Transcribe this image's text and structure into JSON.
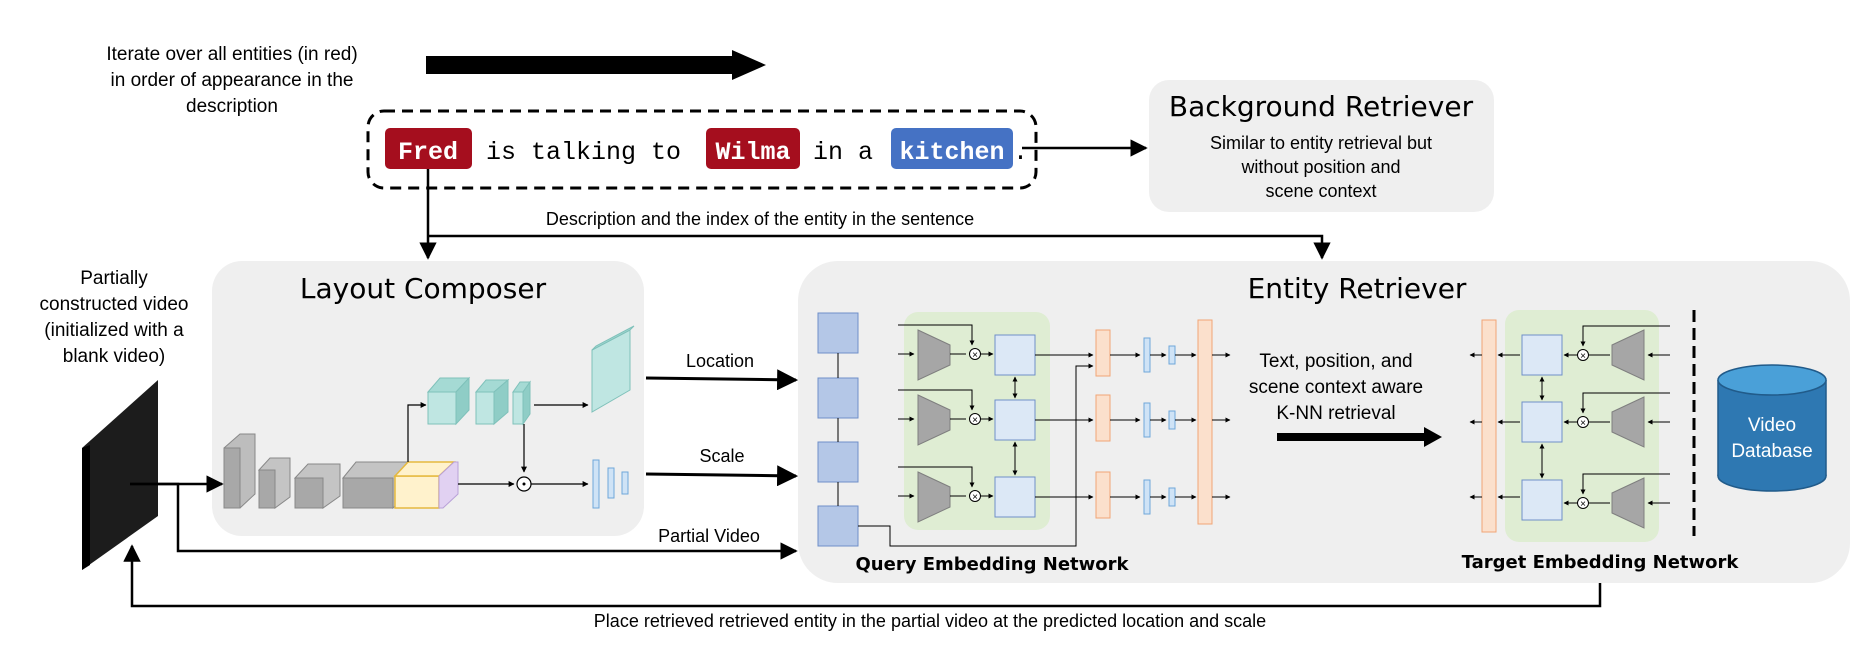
{
  "iterate_note": [
    "Iterate over all entities (in red)",
    "in order of appearance in the",
    "description"
  ],
  "sentence": {
    "entity1": "Fred",
    "text1": "is talking to",
    "entity2": "Wilma",
    "text2": "in a",
    "entity3": "kitchen",
    "end": "."
  },
  "background_retriever": {
    "title": "Background Retriever",
    "desc": [
      "Similar to entity retrieval but",
      "without position and",
      "scene context"
    ]
  },
  "description_label": "Description and the index of the entity in the sentence",
  "partial_video_note": [
    "Partially",
    "constructed video",
    "(initialized with a",
    "blank video)"
  ],
  "layout_composer": {
    "title": "Layout Composer"
  },
  "entity_retriever": {
    "title": "Entity Retriever",
    "query_label": "Query Embedding Network",
    "target_label": "Target Embedding Network",
    "knn_text": [
      "Text, position, and",
      "scene context aware",
      "K-NN retrieval"
    ],
    "database": [
      "Video",
      "Database"
    ]
  },
  "arrows": {
    "location": "Location",
    "scale": "Scale",
    "partial_video": "Partial Video"
  },
  "bottom_caption": "Place retrieved retrieved entity in the partial video at the predicted location and scale",
  "colors": {
    "entity_red": "#a50e1e",
    "entity_blue": "#4572c4",
    "panel_gray": "#efefef",
    "green_block": "#dfedd3",
    "light_blue": "#dce8f6",
    "orange": "#fbe0cc",
    "database_blue": "#2e78b2"
  }
}
